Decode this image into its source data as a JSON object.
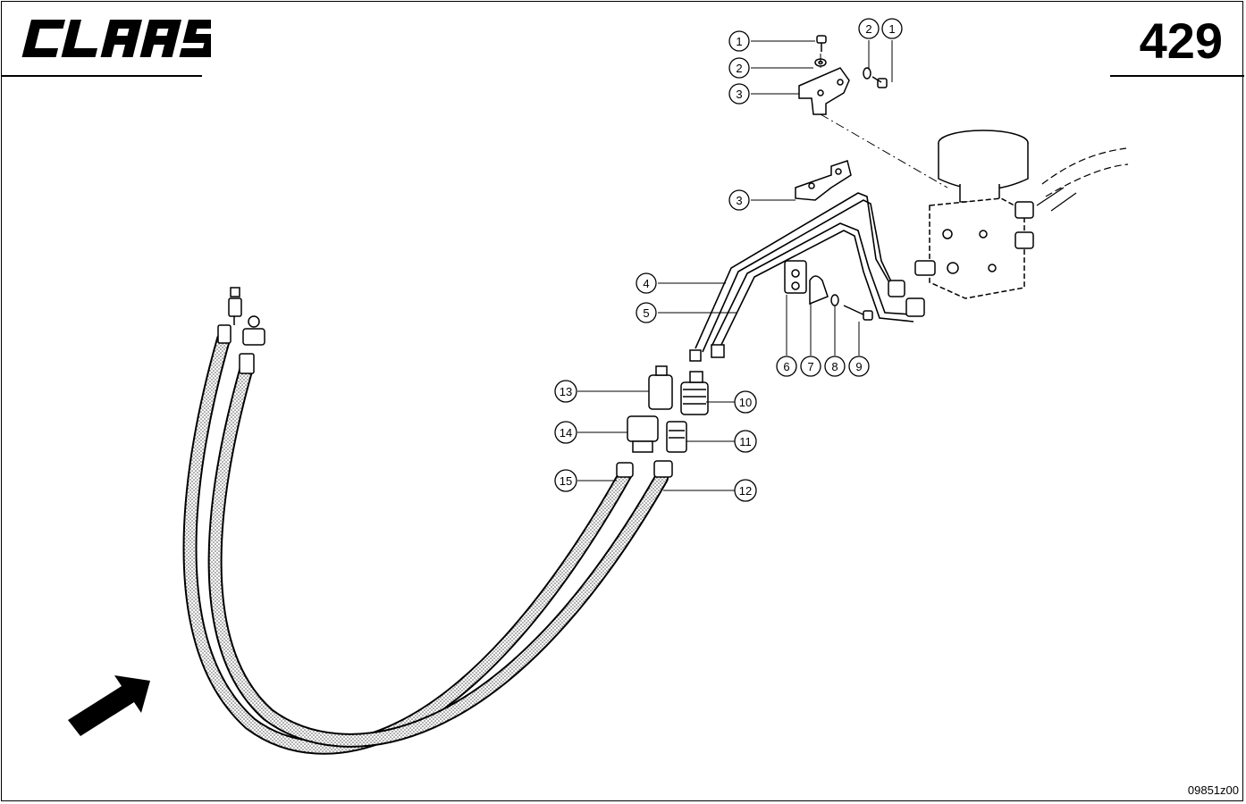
{
  "header": {
    "brand": "CLAAS",
    "page_number": "429"
  },
  "footer": {
    "reference_code": "09851z00"
  },
  "callouts": [
    {
      "id": "c1a",
      "label": "1"
    },
    {
      "id": "c2a",
      "label": "2"
    },
    {
      "id": "c3a",
      "label": "3"
    },
    {
      "id": "c2b",
      "label": "2"
    },
    {
      "id": "c1b",
      "label": "1"
    },
    {
      "id": "c3b",
      "label": "3"
    },
    {
      "id": "c4",
      "label": "4"
    },
    {
      "id": "c5",
      "label": "5"
    },
    {
      "id": "c6",
      "label": "6"
    },
    {
      "id": "c7",
      "label": "7"
    },
    {
      "id": "c8",
      "label": "8"
    },
    {
      "id": "c9",
      "label": "9"
    },
    {
      "id": "c10",
      "label": "10"
    },
    {
      "id": "c11",
      "label": "11"
    },
    {
      "id": "c12",
      "label": "12"
    },
    {
      "id": "c13",
      "label": "13"
    },
    {
      "id": "c14",
      "label": "14"
    },
    {
      "id": "c15",
      "label": "15"
    }
  ],
  "colors": {
    "ink": "#000000",
    "paper": "#ffffff",
    "hose_fill": "#c8c8c8"
  }
}
